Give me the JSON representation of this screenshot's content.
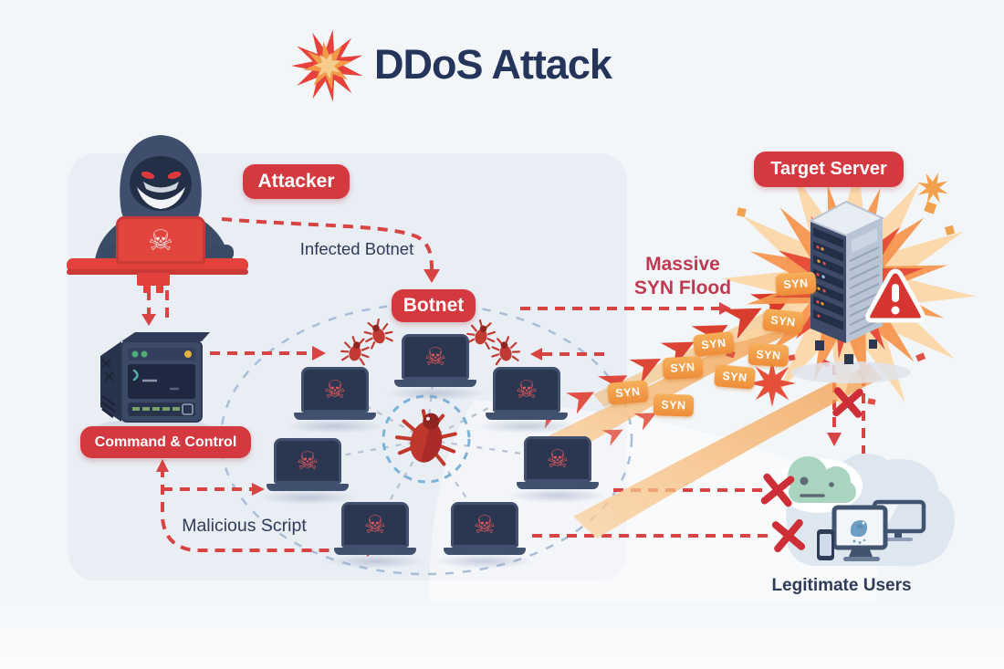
{
  "title": "DDoS Attack",
  "badges": {
    "attacker": "Attacker",
    "botnet": "Botnet",
    "command_control": "Command & Control",
    "target_server": "Target Server"
  },
  "captions": {
    "infected_botnet": "Infected Botnet",
    "malicious_script": "Malicious Script",
    "syn_flood_line1": "Massive",
    "syn_flood_line2": "SYN Flood",
    "legitimate_users": "Legitimate Users"
  },
  "flood": {
    "packet_label": "SYN",
    "packet_count": 8
  },
  "icons": {
    "skull": "☠",
    "bug": "svg-shape",
    "warning": "!",
    "blocked-x": "svg-shape",
    "explosion-burst": "svg-shape",
    "cloud-face": "svg-shape"
  },
  "colors": {
    "background": "#f3f6f9",
    "panel": "#e9edf4",
    "badge_red": "#d53940",
    "dash_red": "#d84343",
    "navy_text": "#2e3c59",
    "crimson_text": "#bf3a50",
    "syn_orange": "#ee8d3a",
    "laptop_navy": "#41506e",
    "skull_red": "#e0585c",
    "explosion_orange": "#f5964f",
    "cloud_green": "#a9d4c0",
    "users_blob": "#dee6f0"
  }
}
